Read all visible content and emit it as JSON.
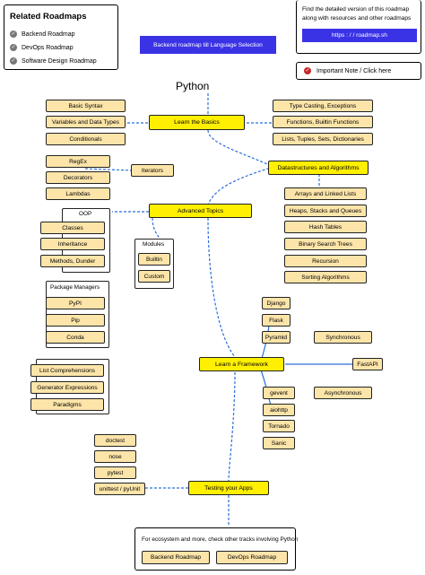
{
  "related": {
    "title": "Related Roadmaps",
    "items": [
      "Backend Roadmap",
      "DevOps Roadmap",
      "Software Design Roadmap"
    ]
  },
  "info": {
    "text1": "Find the detailed version of this roadmap",
    "text2": "along with resources and other roadmaps",
    "link": "https : / / roadmap.sh"
  },
  "header_button": "Backend roadmap till Language Selection",
  "important_note": "Important Note / Click here",
  "title": "Python",
  "basics": {
    "topic": "Learn the Basics",
    "left": [
      "Basic Syntax",
      "Variables and Data Types",
      "Conditionals"
    ],
    "right": [
      "Type Casting, Exceptions",
      "Functions, Builtin Functions",
      "Lists, Tuples, Sets, Dictionaries"
    ]
  },
  "ds": {
    "topic": "Datastructures and Algorithms",
    "items": [
      "Arrays and Linked Lists",
      "Heaps, Stacks and Queues",
      "Hash Tables",
      "Binary Search Trees",
      "Recursion",
      "Sorting Algorithms"
    ]
  },
  "advanced": {
    "topic": "Advanced Topics",
    "left_top": [
      "RegEx",
      "Decorators",
      "Lambdas"
    ],
    "iterators": "Iterators",
    "oop_label": "OOP",
    "oop": [
      "Classes",
      "Inheritance",
      "Methods, Dunder"
    ],
    "modules_label": "Modules",
    "modules": [
      "Builtin",
      "Custom"
    ],
    "pm_label": "Package Managers",
    "pm": [
      "PyPI",
      "Pip",
      "Conda"
    ]
  },
  "framework": {
    "topic": "Learn a Framework",
    "sync": [
      "Django",
      "Flask",
      "Pyramid"
    ],
    "sync_label": "Synchronous",
    "fastapi": "FastAPI",
    "async": [
      "gevent",
      "aiohttp",
      "Tornado",
      "Sanic"
    ],
    "async_label": "Asynchronous"
  },
  "left_mid": [
    "List Comprehensions",
    "Generator Expressions",
    "Paradigms"
  ],
  "testing": {
    "topic": "Testing your Apps",
    "items": [
      "doctest",
      "nose",
      "pytest",
      "unittest / pyUnit"
    ]
  },
  "footer": {
    "text": "For ecosystem and more, check other tracks involving Python",
    "buttons": [
      "Backend Roadmap",
      "DevOps Roadmap"
    ]
  },
  "colors": {
    "node": "#fde5a9",
    "topic": "#ffef00",
    "link": "#3a33e6",
    "note_icon": "#c62828"
  }
}
